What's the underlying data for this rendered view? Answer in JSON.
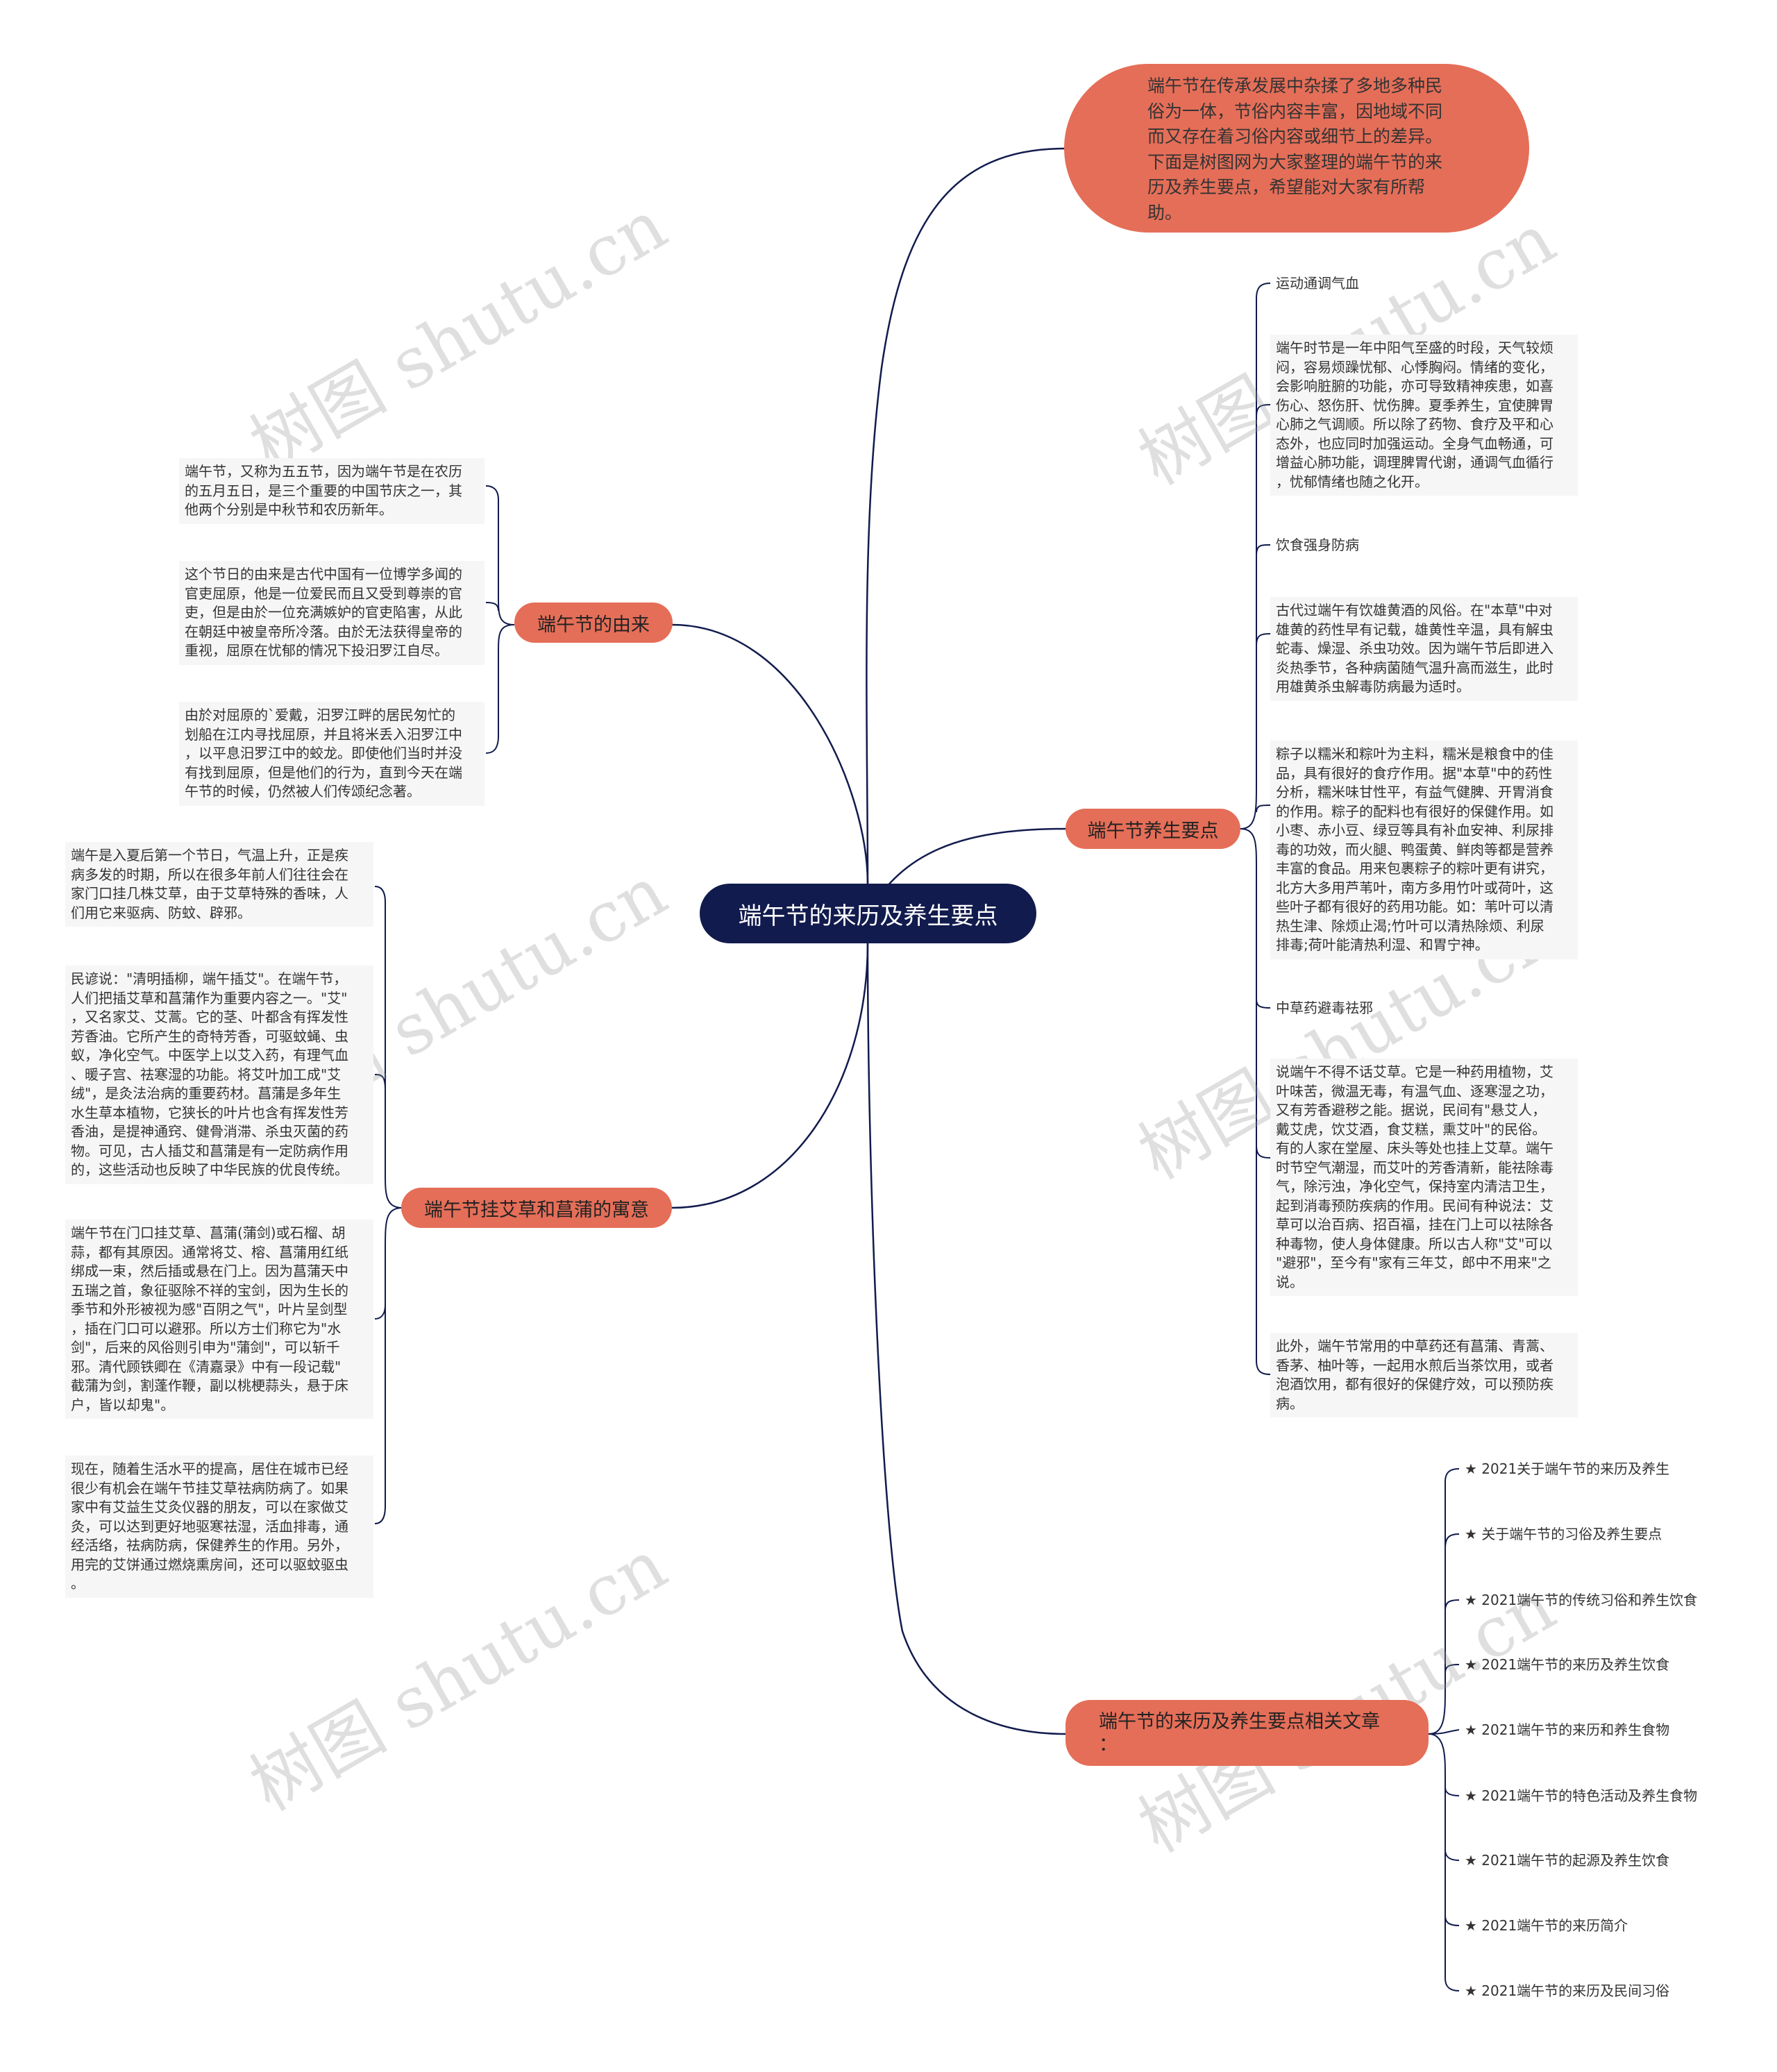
{
  "root": {
    "title": "端午节的来历及养生要点"
  },
  "intro": {
    "text": "端午节在传承发展中杂揉了多地多种民俗为一体，节俗内容丰富，因地域不同而又存在着习俗内容或细节上的差异。下面是树图网为大家整理的端午节的来历及养生要点，希望能对大家有所帮助。"
  },
  "left_branches": [
    {
      "label": "端午节的由来",
      "leaves": [
        "端午节，又称为五五节，因为端午节是在农历\n的五月五日，是三个重要的中国节庆之一，其\n他两个分别是中秋节和农历新年。",
        "这个节日的由来是古代中国有一位博学多闻的\n官吏屈原，他是一位爱民而且又受到尊崇的官\n吏，但是由於一位充满嫉妒的官吏陷害，从此\n在朝廷中被皇帝所冷落。由於无法获得皇帝的\n重视，屈原在忧郁的情况下投汨罗江自尽。",
        "由於对屈原的`爱戴，汨罗江畔的居民匆忙的\n划船在江内寻找屈原，并且将米丢入汨罗江中\n，以平息汨罗江中的蛟龙。即使他们当时并没\n有找到屈原，但是他们的行为，直到今天在端\n午节的时候，仍然被人们传颂纪念著。"
      ]
    },
    {
      "label": "端午节挂艾草和菖蒲的寓意",
      "leaves": [
        "端午是入夏后第一个节日，气温上升，正是疾\n病多发的时期，所以在很多年前人们往往会在\n家门口挂几株艾草，由于艾草特殊的香味，人\n们用它来驱病、防蚊、辟邪。",
        "民谚说：\"清明插柳，端午插艾\"。在端午节，\n人们把插艾草和菖蒲作为重要内容之一。\"艾\"\n，又名家艾、艾蒿。它的茎、叶都含有挥发性\n芳香油。它所产生的奇特芳香，可驱蚊蝇、虫\n蚁，净化空气。中医学上以艾入药，有理气血\n、暖子宫、祛寒湿的功能。将艾叶加工成\"艾\n绒\"，是灸法治病的重要药材。菖蒲是多年生\n水生草本植物，它狭长的叶片也含有挥发性芳\n香油，是提神通窍、健骨消滞、杀虫灭菌的药\n物。可见，古人插艾和菖蒲是有一定防病作用\n的，这些活动也反映了中华民族的优良传统。",
        "端午节在门口挂艾草、菖蒲(蒲剑)或石榴、胡\n蒜，都有其原因。通常将艾、榕、菖蒲用红纸\n绑成一束，然后插或悬在门上。因为菖蒲天中\n五瑞之首，象征驱除不祥的宝剑，因为生长的\n季节和外形被视为感\"百阴之气\"，叶片呈剑型\n，插在门口可以避邪。所以方士们称它为\"水\n剑\"，后来的风俗则引申为\"蒲剑\"，可以斩千\n邪。清代顾铁卿在《清嘉录》中有一段记载\"\n截蒲为剑，割蓬作鞭，副以桃梗蒜头，悬于床\n户，皆以却鬼\"。",
        "现在，随着生活水平的提高，居住在城市已经\n很少有机会在端午节挂艾草祛病防病了。如果\n家中有艾益生艾灸仪器的朋友，可以在家做艾\n灸，可以达到更好地驱寒祛湿，活血排毒，通\n经活络，祛病防病，保健养生的作用。另外，\n用完的艾饼通过燃烧熏房间，还可以驱蚊驱虫\n。"
      ]
    }
  ],
  "health": {
    "label": "端午节养生要点",
    "items": [
      {
        "kind": "label",
        "text": "运动通调气血"
      },
      {
        "kind": "leaf",
        "text": "端午时节是一年中阳气至盛的时段，天气较烦\n闷，容易烦躁忧郁、心悸胸闷。情绪的变化，\n会影响脏腑的功能，亦可导致精神疾患，如喜\n伤心、怒伤肝、忧伤脾。夏季养生，宜使脾胃\n心肺之气调顺。所以除了药物、食疗及平和心\n态外，也应同时加强运动。全身气血畅通，可\n增益心肺功能，调理脾胃代谢，通调气血循行\n，忧郁情绪也随之化开。"
      },
      {
        "kind": "label",
        "text": "饮食强身防病"
      },
      {
        "kind": "leaf",
        "text": "古代过端午有饮雄黄酒的风俗。在\"本草\"中对\n雄黄的药性早有记载，雄黄性辛温，具有解虫\n蛇毒、燥湿、杀虫功效。因为端午节后即进入\n炎热季节，各种病菌随气温升高而滋生，此时\n用雄黄杀虫解毒防病最为适时。"
      },
      {
        "kind": "leaf",
        "text": "粽子以糯米和粽叶为主料，糯米是粮食中的佳\n品，具有很好的食疗作用。据\"本草\"中的药性\n分析，糯米味甘性平，有益气健脾、开胃消食\n的作用。粽子的配料也有很好的保健作用。如\n小枣、赤小豆、绿豆等具有补血安神、利尿排\n毒的功效，而火腿、鸭蛋黄、鲜肉等都是营养\n丰富的食品。用来包裹粽子的粽叶更有讲究，\n北方大多用芦苇叶，南方多用竹叶或荷叶，这\n些叶子都有很好的药用功能。如：苇叶可以清\n热生津、除烦止渴;竹叶可以清热除烦、利尿\n排毒;荷叶能清热利湿、和胃宁神。"
      },
      {
        "kind": "label",
        "text": "中草药避毒祛邪"
      },
      {
        "kind": "leaf",
        "text": "说端午不得不话艾草。它是一种药用植物，艾\n叶味苦，微温无毒，有温气血、逐寒湿之功，\n又有芳香避秽之能。据说，民间有\"悬艾人，\n戴艾虎，饮艾酒，食艾糕，熏艾叶\"的民俗。\n有的人家在堂屋、床头等处也挂上艾草。端午\n时节空气潮湿，而艾叶的芳香清新，能祛除毒\n气，除污浊，净化空气，保持室内清洁卫生，\n起到消毒预防疾病的作用。民间有种说法：艾\n草可以治百病、招百福，挂在门上可以祛除各\n种毒物，使人身体健康。所以古人称\"艾\"可以\n\"避邪\"，至今有\"家有三年艾，郎中不用来\"之\n说。"
      },
      {
        "kind": "leaf",
        "text": "此外，端午节常用的中草药还有菖蒲、青蒿、\n香茅、柚叶等，一起用水煎后当茶饮用，或者\n泡酒饮用，都有很好的保健疗效，可以预防疾\n病。"
      }
    ]
  },
  "articles": {
    "label": "端午节的来历及养生要点相关文章\n：",
    "items": [
      "★ 2021关于端午节的来历及养生",
      "★ 关于端午节的习俗及养生要点",
      "★ 2021端午节的传统习俗和养生饮食",
      "★ 2021端午节的来历及养生饮食",
      "★ 2021端午节的来历和养生食物",
      "★ 2021端午节的特色活动及养生食物",
      "★ 2021端午节的起源及养生饮食",
      "★ 2021端午节的来历简介",
      "★ 2021端午节的来历及民间习俗"
    ]
  },
  "watermark": "树图 shutu.cn",
  "colors": {
    "root": "#111b4d",
    "branch": "#e56e58",
    "leaf_bg": "#f6f6f6",
    "line": "#111b4d"
  }
}
